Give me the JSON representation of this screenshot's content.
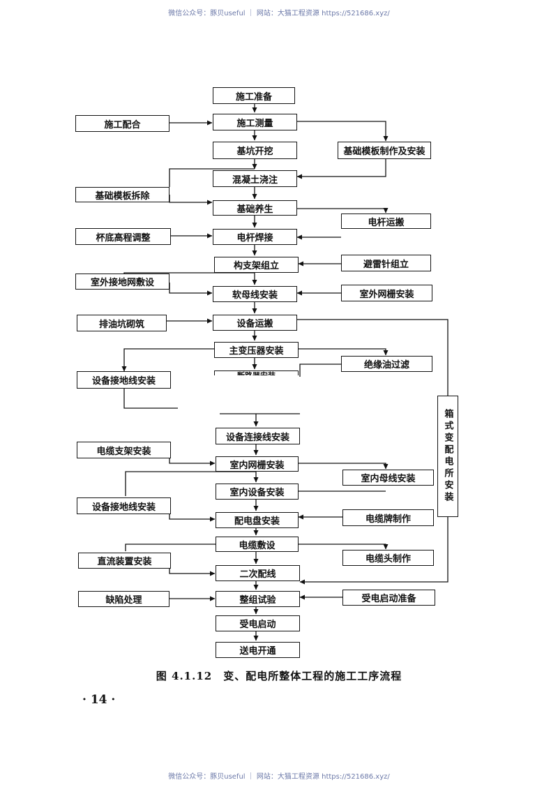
{
  "watermark": {
    "top": "微信公众号：豚贝useful ｜ 网站：大猫工程资源 https://521686.xyz/",
    "bottom": "微信公众号：豚贝useful ｜ 网站：大猫工程资源 https://521686.xyz/"
  },
  "main_steps": {
    "s1": "施工准备",
    "s2": "施工测量",
    "s3": "基坑开挖",
    "s4": "混凝土浇注",
    "s5": "基础养生",
    "s6": "电杆焊接",
    "s7": "构支架组立",
    "s8": "软母线安装",
    "s9": "设备运搬",
    "s10": "主变压器安装",
    "s11": "断路器安装",
    "s12": "设备连接线安装",
    "s13": "室内网栅安装",
    "s14": "室内设备安装",
    "s15": "配电盘安装",
    "s16": "电缆敷设",
    "s17": "二次配线",
    "s18": "整组试验",
    "s19": "受电启动",
    "s20": "送电开通"
  },
  "left_steps": {
    "l1": "施工配合",
    "l2": "基础模板拆除",
    "l3": "杯底高程调整",
    "l4": "室外接地网敷设",
    "l5": "排油坑砌筑",
    "l6": "设备接地线安装",
    "l7": "电缆支架安装",
    "l8": "设备接地线安装",
    "l9": "直流装置安装",
    "l10": "缺陷处理"
  },
  "right_steps": {
    "r1": "基础模板制作及安装",
    "r2": "电杆运搬",
    "r3": "避雷针组立",
    "r4": "室外网栅安装",
    "r5": "绝缘油过滤",
    "r6": "室内母线安装",
    "r7": "电缆牌制作",
    "r8": "电缆头制作",
    "r9": "受电启动准备"
  },
  "side_box": "箱式变配电所安装",
  "caption": "图 4.1.12　变、配电所整体工程的施工工序流程",
  "page_number": "· 14 ·"
}
